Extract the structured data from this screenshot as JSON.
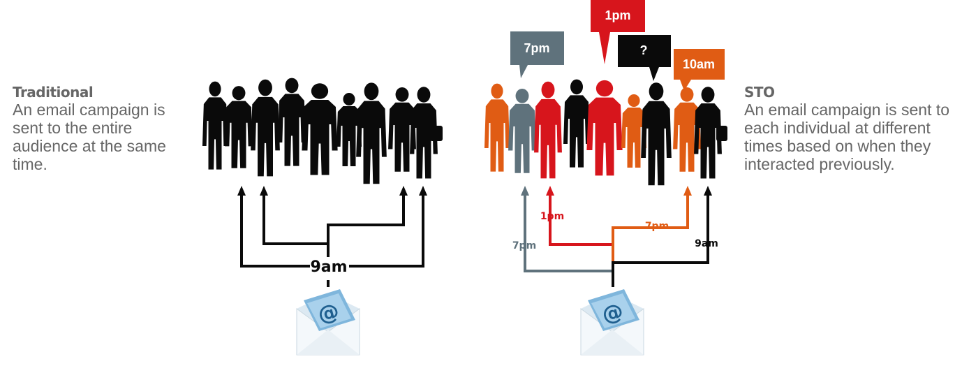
{
  "traditional": {
    "title": "Traditional",
    "description": "An email campaign is sent to the entire audience at the same time.",
    "send_time": "9am"
  },
  "sto": {
    "title": "STO",
    "description": "An email campaign is sent to each individual at different times based on when they interacted previously.",
    "bubbles": [
      {
        "label": "7pm",
        "color": "#5f727c"
      },
      {
        "label": "1pm",
        "color": "#d7151c"
      },
      {
        "label": "?",
        "color": "#0a0a0a"
      },
      {
        "label": "10am",
        "color": "#e05c14"
      }
    ],
    "send_times": [
      {
        "label": "7pm",
        "color": "#5f727c"
      },
      {
        "label": "1pm",
        "color": "#d7151c"
      },
      {
        "label": "7pm",
        "color": "#e05c14"
      },
      {
        "label": "9am",
        "color": "#0a0a0a"
      }
    ]
  },
  "icons": [
    "person-silhouette-icon",
    "email-envelope-icon",
    "at-sign-icon"
  ]
}
